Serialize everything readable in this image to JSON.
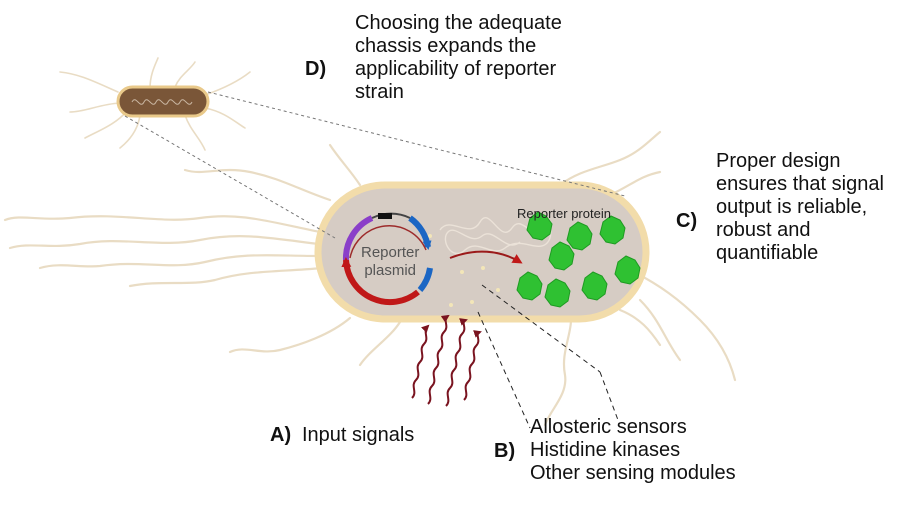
{
  "panel_d": {
    "letter": "D)",
    "lines": [
      "Choosing the adequate",
      "chassis expands the",
      "applicability of reporter",
      "strain"
    ]
  },
  "panel_c": {
    "letter": "C)",
    "lines": [
      "Proper design",
      "ensures  that signal",
      "output is reliable,",
      "robust and",
      "quantifiable"
    ]
  },
  "panel_a": {
    "letter": "A)",
    "text": "Input signals"
  },
  "panel_b": {
    "letter": "B)",
    "lines": [
      "Allosteric sensors",
      "Histidine kinases",
      "Other sensing modules"
    ]
  },
  "cell": {
    "plasmid_lines": [
      "Reporter",
      "plasmid"
    ],
    "protein_label": "Reporter protein"
  },
  "colors": {
    "cell_fill": "#d6ccc4",
    "cell_border": "#f2dcaa",
    "flagella": "#e9dcc4",
    "small_cell": "#7a5638",
    "protein": "#2fc132",
    "plasmid_red": "#c01818",
    "plasmid_blue": "#1b66c4",
    "plasmid_purple": "#8a3fc9",
    "signal_arrow": "#7a1420"
  }
}
